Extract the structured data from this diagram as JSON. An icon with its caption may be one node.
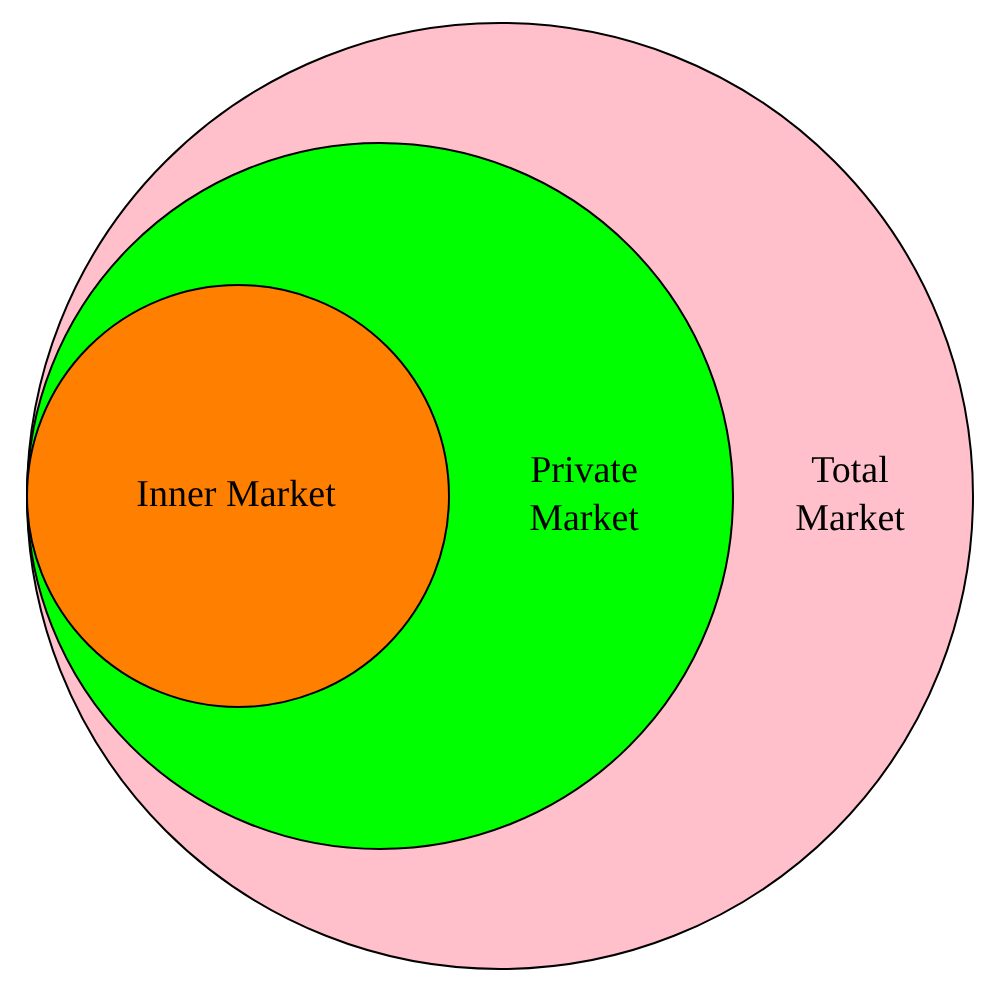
{
  "diagram": {
    "nodes": [
      {
        "text": [
          "Total Market"
        ]
      },
      {
        "text": [
          "Private Market"
        ],
        "in": 0
      },
      {
        "text": [
          "Inner Market"
        ],
        "in": 1
      }
    ]
  }
}
